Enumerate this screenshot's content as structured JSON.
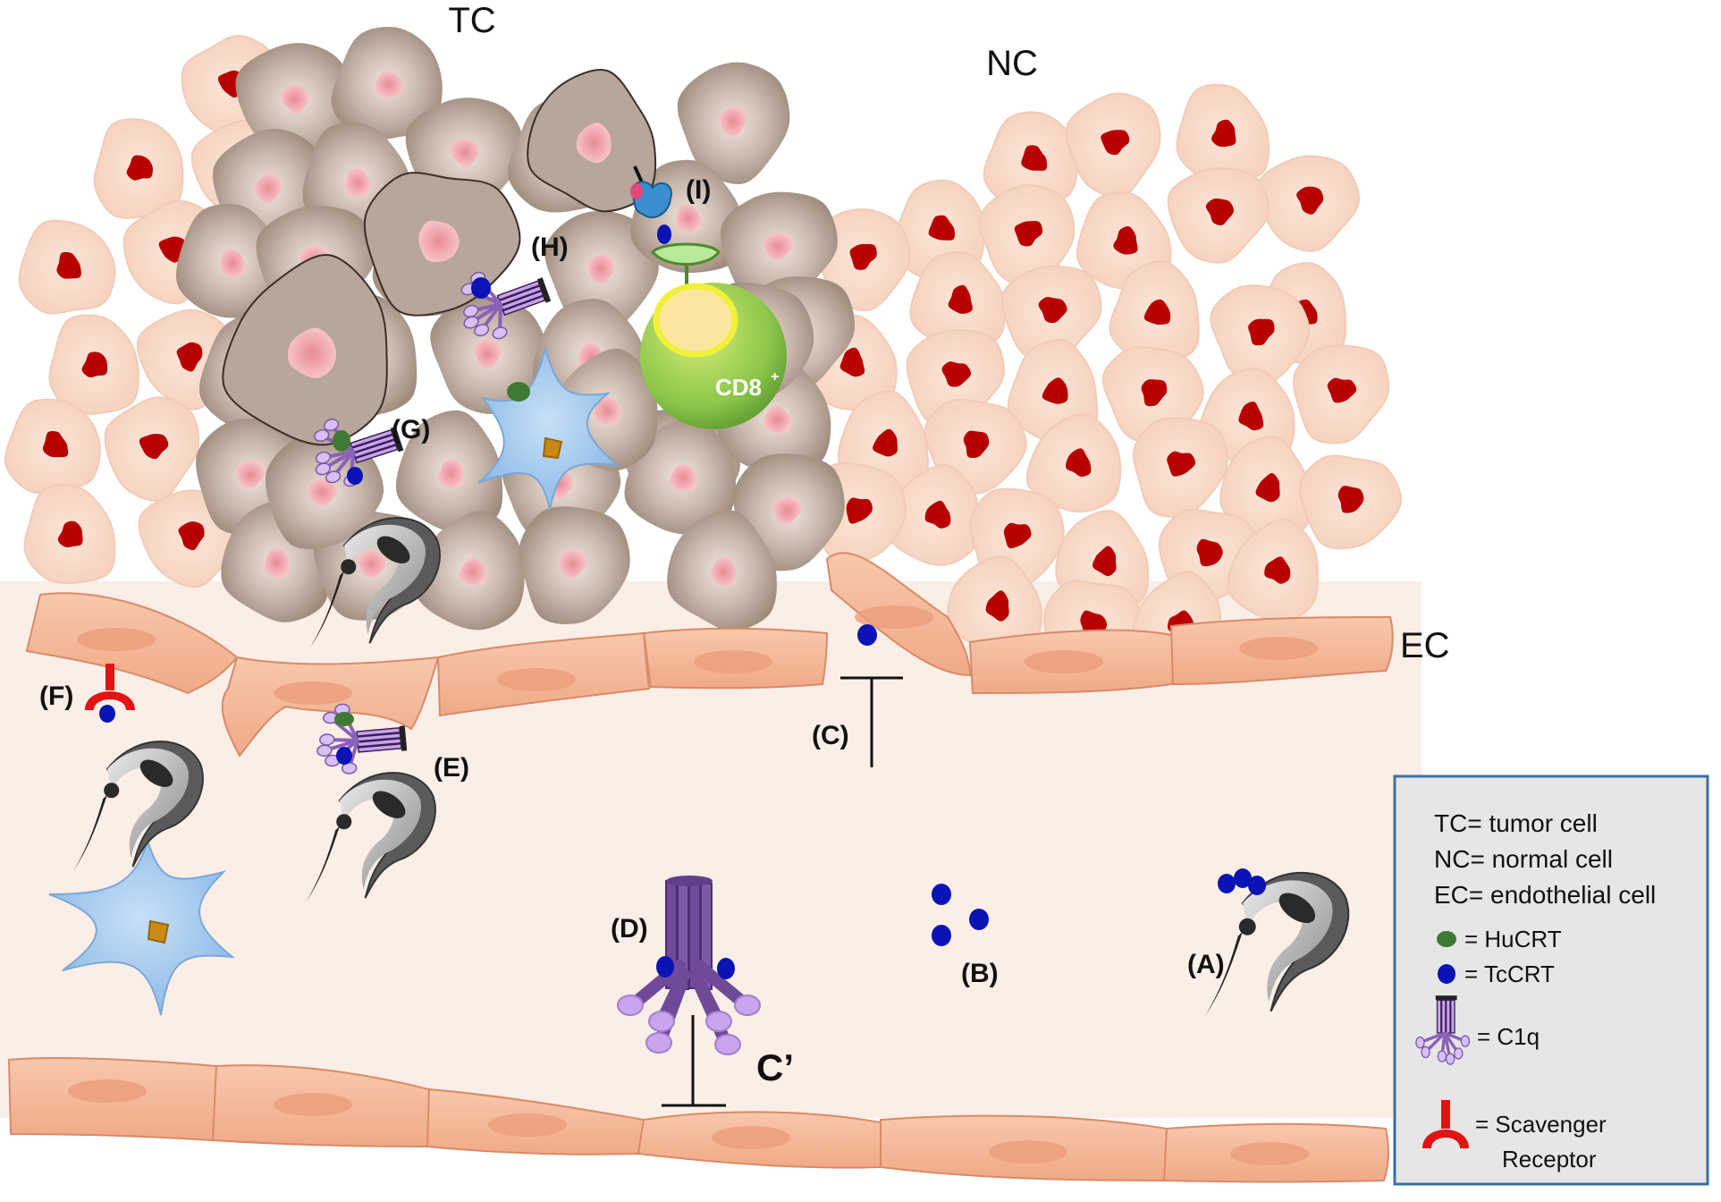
{
  "colors": {
    "normal_cell": "#fae0d2",
    "normal_nucleus": "#b80000",
    "tumor_cell": "#b8a69b",
    "tumor_nucleus": "#f3a6aa",
    "endothelial": "#f5b99b",
    "lumen": "#fbe9df",
    "dendritic": "#9cc6ec",
    "tccrt": "#0a14b4",
    "hucrt": "#3e7a34",
    "c1q": "#7a4a9c",
    "receptor": "#e21313",
    "cd8": "#8cc64a",
    "legend_bg": "#e6e6e6",
    "legend_border": "#3b6ea5"
  },
  "regions": {
    "tc": "TC",
    "nc": "NC",
    "ec": "EC"
  },
  "labels": {
    "A": "(A)",
    "B": "(B)",
    "C": "(C)",
    "D": "(D)",
    "E": "(E)",
    "F": "(F)",
    "G": "(G)",
    "H": "(H)",
    "I": "(I)",
    "complement": "C’"
  },
  "cd8_label": "CD8",
  "cd8_sup": "+",
  "legend": {
    "tc": "TC= tumor cell",
    "nc": "NC= normal cell",
    "ec": "EC= endothelial cell",
    "hucrt": "= HuCRT",
    "tccrt": "= TcCRT",
    "c1q": "= C1q",
    "receptor_line1": "= Scavenger",
    "receptor_line2": "Receptor"
  },
  "icons": [
    "tumor-cell-icon",
    "normal-cell-icon",
    "endothelial-cell-icon",
    "dendritic-cell-icon",
    "cd8-t-cell-icon",
    "trypanosome-icon",
    "c1q-icon",
    "scavenger-receptor-icon",
    "tccrt-icon",
    "hucrt-icon"
  ]
}
